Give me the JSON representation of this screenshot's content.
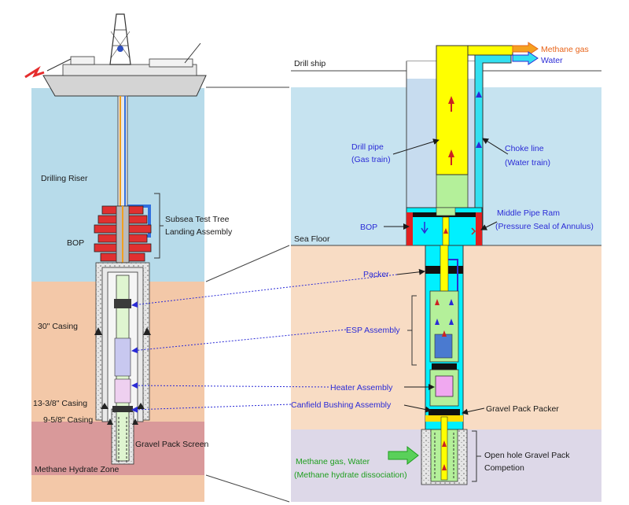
{
  "labels": {
    "drill_ship": "Drill ship",
    "methane_gas_out": "Methane gas",
    "water_out": "Water",
    "drill_pipe": "Drill pipe",
    "gas_train": "(Gas train)",
    "choke_line": "Choke line",
    "water_train": "(Water train)",
    "bop_right": "BOP",
    "middle_pipe_ram": "Middle Pipe Ram",
    "pressure_seal": "(Pressure Seal of Annulus)",
    "sea_floor": "Sea Floor",
    "packer": "Packer",
    "esp_assembly": "ESP Assembly",
    "heater_assembly": "Heater Assembly",
    "canfield_bushing": "Canfield Bushing Assembly",
    "gravel_pack_packer": "Gravel Pack Packer",
    "methane_gas_water": "Methane gas, Water",
    "methane_dissociation": "(Methane hydrate dissociation)",
    "open_hole_1": "Open hole Gravel Pack",
    "open_hole_2": "Competion",
    "drilling_riser": "Drilling Riser",
    "subsea_1": "Subsea Test Tree",
    "subsea_2": "Landing Assembly",
    "bop_left": "BOP",
    "casing_30": "30\" Casing",
    "casing_13": "13-3/8\" Casing",
    "casing_9": "9-5/8\" Casing",
    "gravel_pack_screen": "Gravel Pack Screen",
    "methane_hydrate_zone": "Methane Hydrate Zone"
  },
  "colors": {
    "sea": "#c6e3f0",
    "sea_left": "#b7dbea",
    "sediment": "#f8dcc4",
    "sediment_left": "#f3c8a8",
    "hydrate_zone_left": "#d9999a",
    "hydrate_zone_right": "#ddd8e8",
    "gas": "#ffff00",
    "water": "#33e0f0",
    "mix": "#b4f09a",
    "flow_up": "#cc2222",
    "label_blue": "#2b2bd6",
    "label_green": "#1e9e1e",
    "label_orange": "#e8641a"
  }
}
